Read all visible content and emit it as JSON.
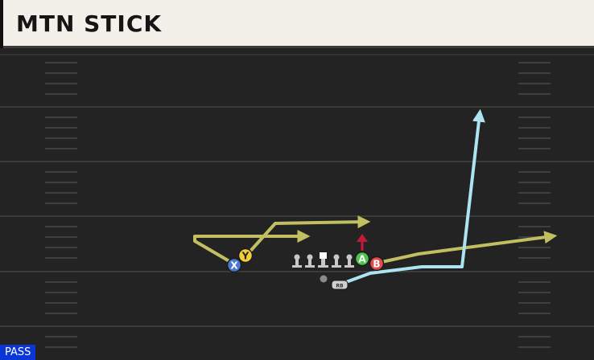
{
  "play": {
    "name": "MTN STICK",
    "mode": "PASS"
  },
  "players": {
    "x": {
      "label": "X",
      "color": "#4a78d0"
    },
    "y": {
      "label": "Y",
      "color": "#f3cd3c"
    },
    "a": {
      "label": "A",
      "color": "#4fc44a"
    },
    "b": {
      "label": "B",
      "color": "#e14b4b"
    },
    "rb": {
      "label": "RB",
      "color": "#cfcfcf"
    }
  },
  "colors": {
    "route_primary": "#c1bf62",
    "route_highlight": "#aee3f2",
    "block_arrow": "#c01c3a",
    "field": "#232323",
    "yard_line": "#3b3b3b",
    "header_bg": "#f2f0e9",
    "mode_badge": "#0a36d8"
  },
  "icons": {
    "lineman": "lineman-icon",
    "center": "center-icon",
    "quarterback": "quarterback-marker-icon"
  }
}
